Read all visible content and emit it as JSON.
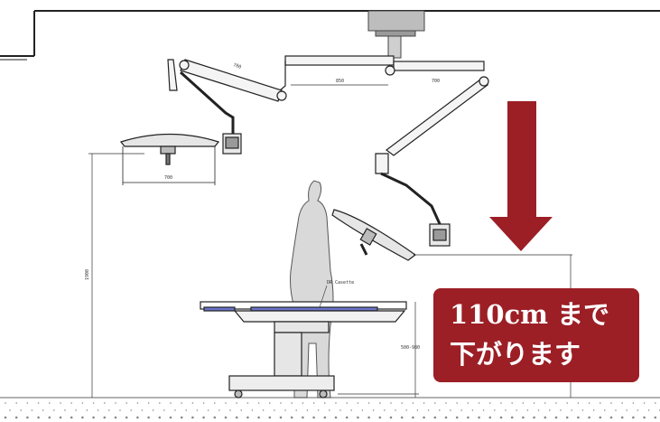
{
  "dimensions": {
    "arm_segment_1": "780",
    "arm_segment_2": "850",
    "arm_segment_3": "700",
    "light_diameter": "700",
    "floor_to_light": "1900",
    "table_height": "500-980"
  },
  "labels": {
    "dr_cassette": "DR Casette"
  },
  "callout": {
    "line1": "110cm まで",
    "line2": "下がります"
  },
  "colors": {
    "accent": "#9c1f26",
    "line": "#222222",
    "figure": "#d9d9d9",
    "table_stripe": "#6b74c9"
  }
}
